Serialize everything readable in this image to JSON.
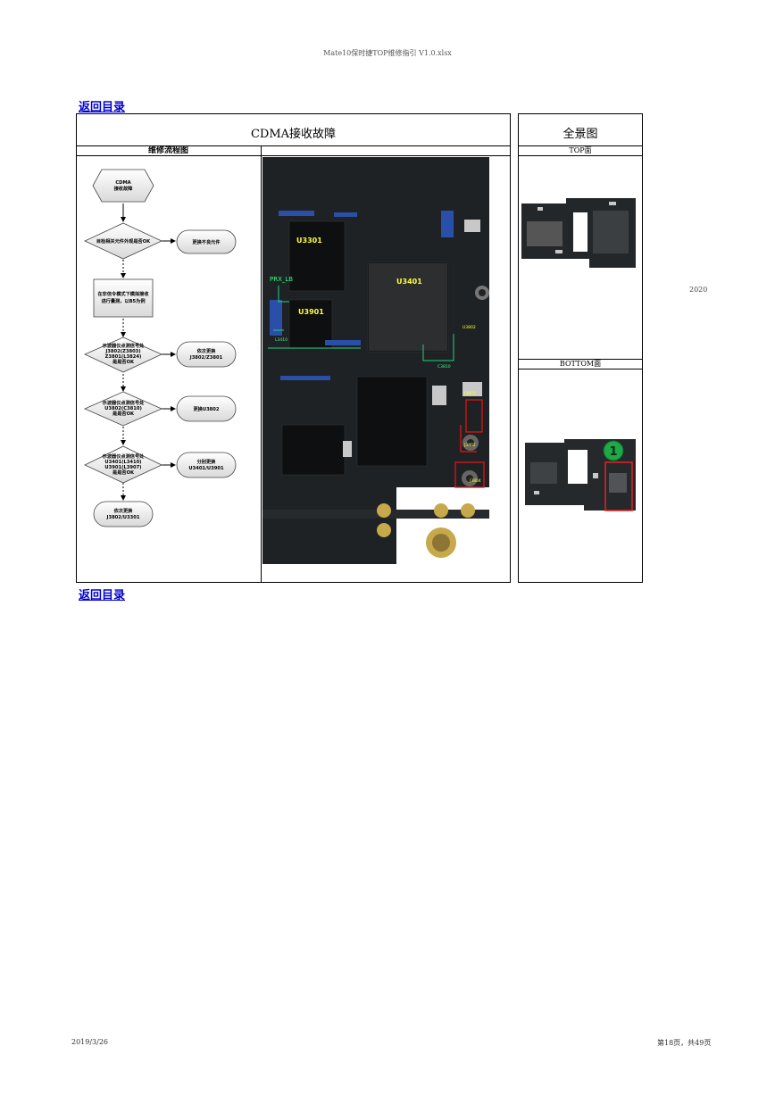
{
  "header": {
    "file_title": "Mate10保时捷TOP维修指引 V1.0.xlsx"
  },
  "nav": {
    "back_top": "返回目录",
    "back_bottom": "返回目录"
  },
  "table": {
    "main_title": "CDMA接收故障",
    "panorama_title": "全景图",
    "flow_header": "维修流程图",
    "top_label": "TOP面",
    "bottom_label": "BOTTOM面"
  },
  "flowchart": {
    "start": [
      "CDMA",
      "接收故障"
    ],
    "d1": [
      "目检相关元件外观是否OK"
    ],
    "r1": [
      "更换不良元件"
    ],
    "p1": [
      "在非信令模式下模拟接收",
      "进行量测，以B5为例"
    ],
    "d2": [
      "示波器仪点测信号处",
      "J3802(Z3803)",
      "Z3801(L3824)",
      "是是否OK"
    ],
    "r2": [
      "依次更换",
      "J3802/Z3801"
    ],
    "d3": [
      "示波器仪点测信号处",
      "U3802(C3810)",
      "是是否OK"
    ],
    "r3": [
      "更换U3802"
    ],
    "d4": [
      "示波器仪点测信号处",
      "U3401(L3410)",
      "U3901(L3907)",
      "是是否OK"
    ],
    "r4": [
      "分别更换",
      "U3401/U3901"
    ],
    "end": [
      "依次更换",
      "J3802/U3301"
    ]
  },
  "board": {
    "labels": {
      "u3301": "U3301",
      "u3401": "U3401",
      "u3901": "U3901",
      "prx": "PRX_LB",
      "u3802": "U3802",
      "j3801": "J3801",
      "j3802": "J3802",
      "j3804": "J3804",
      "l3410": "L3410",
      "c3810": "C3810"
    },
    "marker": "1"
  },
  "side_note": "2020",
  "footer": {
    "date": "2019/3/26",
    "page": "第18页，共49页"
  }
}
